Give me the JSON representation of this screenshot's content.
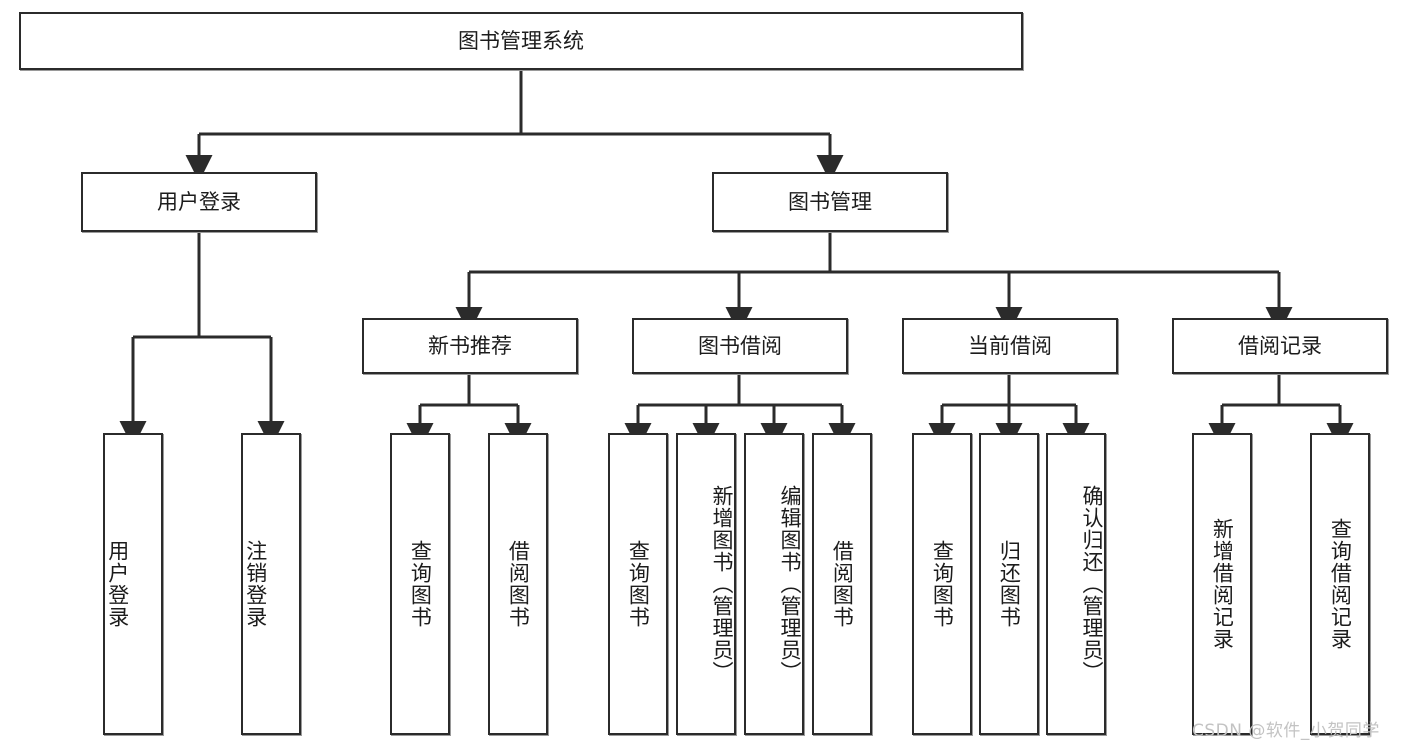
{
  "diagram": {
    "type": "hierarchy-tree",
    "title": "图书管理系统",
    "root": {
      "label": "图书管理系统"
    },
    "level2": [
      {
        "label": "用户登录"
      },
      {
        "label": "图书管理"
      }
    ],
    "level3": [
      {
        "label": "新书推荐"
      },
      {
        "label": "图书借阅"
      },
      {
        "label": "当前借阅"
      },
      {
        "label": "借阅记录"
      }
    ],
    "leaves": {
      "user_login": [
        {
          "label": "用户登录"
        },
        {
          "label": "注销登录"
        }
      ],
      "new_book_recommend": [
        {
          "label": "查询图书"
        },
        {
          "label": "借阅图书"
        }
      ],
      "book_borrow": [
        {
          "label": "查询图书"
        },
        {
          "label": "新增图书（管理员）"
        },
        {
          "label": "编辑图书（管理员）"
        },
        {
          "label": "借阅图书"
        }
      ],
      "current_borrow": [
        {
          "label": "查询图书"
        },
        {
          "label": "归还图书"
        },
        {
          "label": "确认归还（管理员）"
        }
      ],
      "borrow_record": [
        {
          "label": "新增借阅记录"
        },
        {
          "label": "查询借阅记录"
        }
      ]
    }
  },
  "watermark": {
    "text": "CSDN @软件_小贺同学"
  },
  "colors": {
    "box_border": "#2b2b2b",
    "box_fill": "#ffffff",
    "text": "#1c1c1c",
    "edge": "#2b2b2b",
    "watermark": "#c3c3c3"
  }
}
